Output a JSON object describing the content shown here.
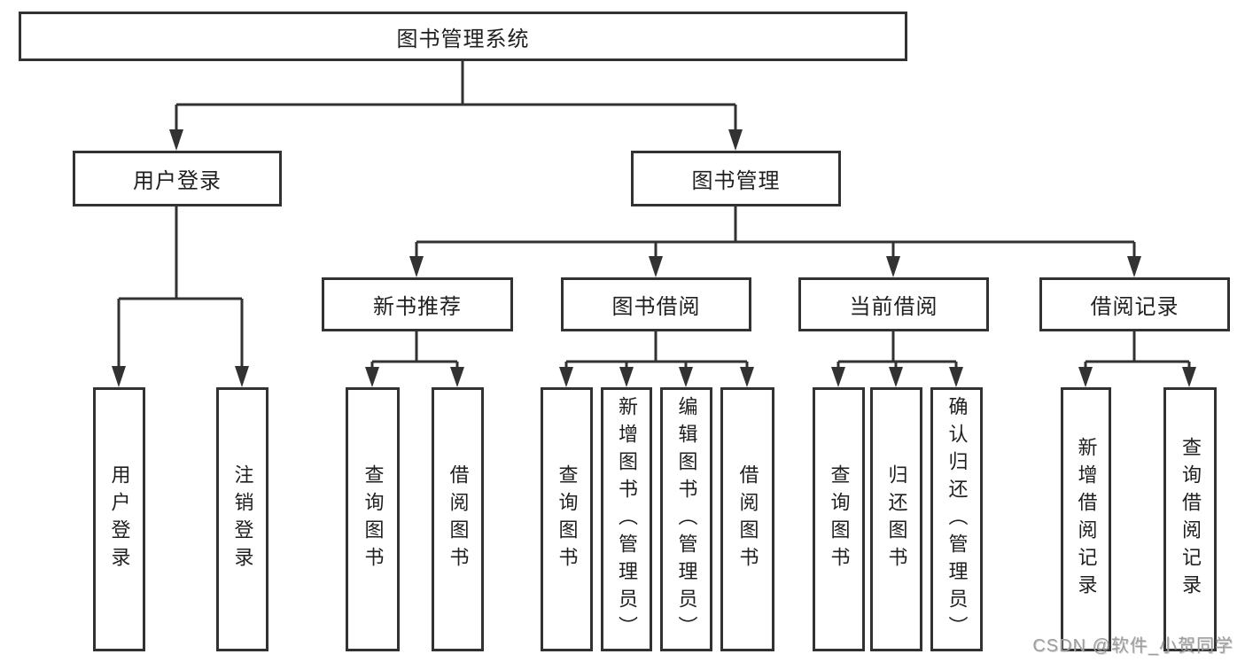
{
  "diagram": {
    "tree": {
      "label": "图书管理系统",
      "children": [
        {
          "label": "用户登录",
          "children": [
            {
              "label": "用户登录"
            },
            {
              "label": "注销登录"
            }
          ]
        },
        {
          "label": "图书管理",
          "children": [
            {
              "label": "新书推荐",
              "children": [
                {
                  "label": "查询图书"
                },
                {
                  "label": "借阅图书"
                }
              ]
            },
            {
              "label": "图书借阅",
              "children": [
                {
                  "label": "查询图书"
                },
                {
                  "label": "新增图书（管理员）"
                },
                {
                  "label": "编辑图书（管理员）"
                },
                {
                  "label": "借阅图书"
                }
              ]
            },
            {
              "label": "当前借阅",
              "children": [
                {
                  "label": "查询图书"
                },
                {
                  "label": "归还图书"
                },
                {
                  "label": "确认归还（管理员）"
                }
              ]
            },
            {
              "label": "借阅记录",
              "children": [
                {
                  "label": "新增借阅记录"
                },
                {
                  "label": "查询借阅记录"
                }
              ]
            }
          ]
        }
      ]
    },
    "line_color": "#323232"
  },
  "watermark": {
    "text": "CSDN @软件_小贺同学"
  }
}
